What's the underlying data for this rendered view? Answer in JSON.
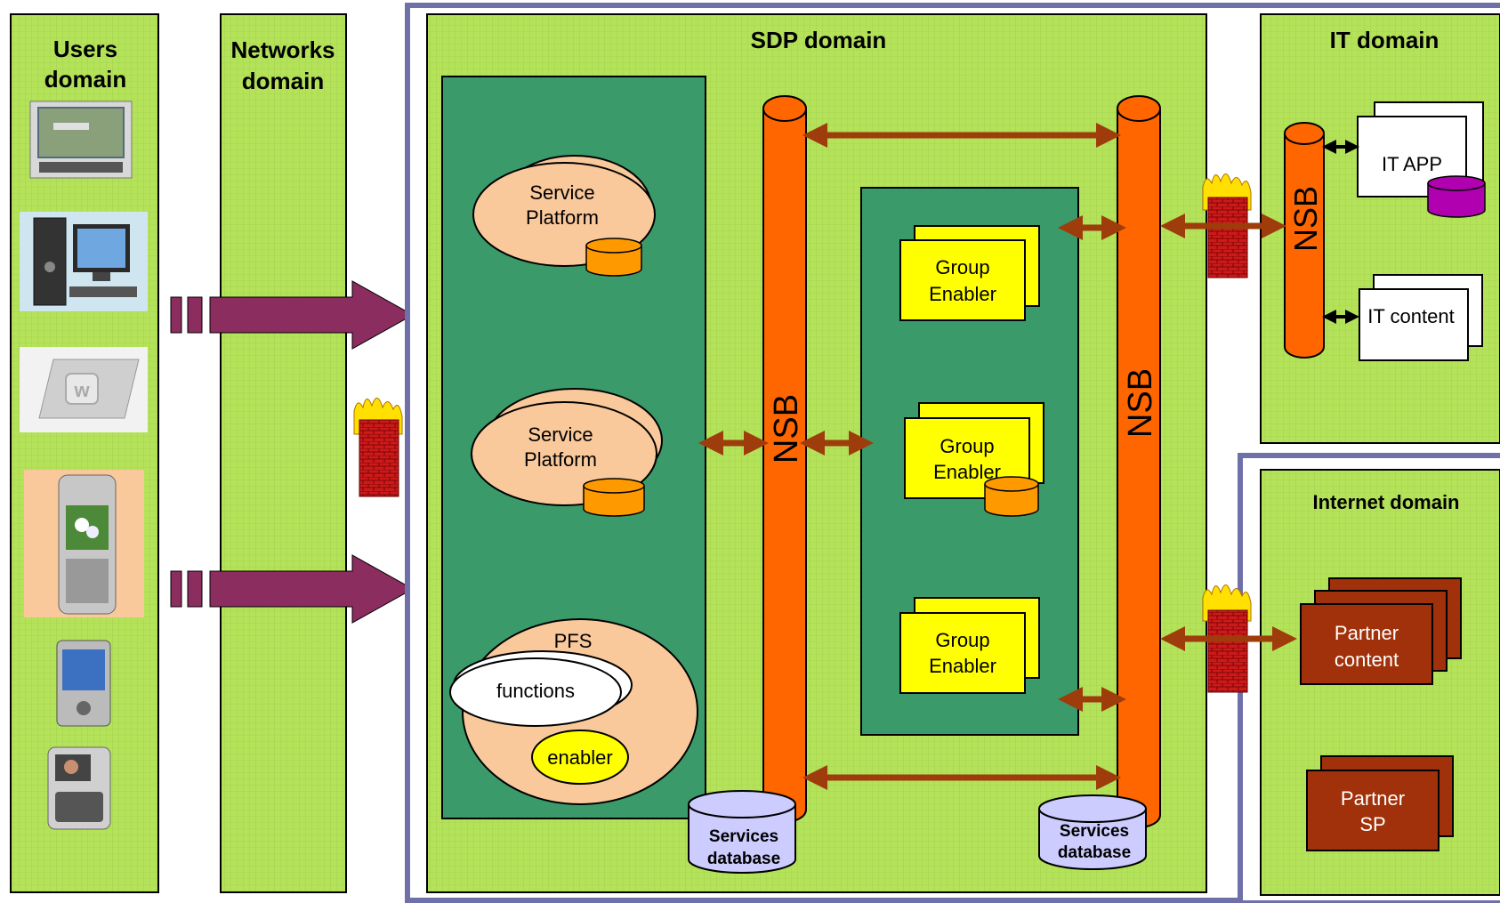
{
  "domains": {
    "users": {
      "line1": "Users",
      "line2": "domain"
    },
    "networks": {
      "line1": "Networks",
      "line2": "domain"
    },
    "sdp": {
      "title": "SDP domain"
    },
    "it": {
      "title": "IT domain"
    },
    "internet": {
      "title": "Internet domain"
    }
  },
  "sdp": {
    "service_platform_1": {
      "line1": "Service",
      "line2": "Platform"
    },
    "service_platform_2": {
      "line1": "Service",
      "line2": "Platform"
    },
    "pfs": {
      "title": "PFS",
      "functions": "functions",
      "enabler": "enabler"
    },
    "nsb_left": "NSB",
    "nsb_right": "NSB",
    "group_enabler_1": {
      "line1": "Group",
      "line2": "Enabler"
    },
    "group_enabler_2": {
      "line1": "Group",
      "line2": "Enabler"
    },
    "group_enabler_3": {
      "line1": "Group",
      "line2": "Enabler"
    },
    "services_db_left": {
      "line1": "Services",
      "line2": "database"
    },
    "services_db_right": {
      "line1": "Services",
      "line2": "database"
    }
  },
  "it": {
    "nsb": "NSB",
    "it_app": "IT APP",
    "it_content": "IT content"
  },
  "internet": {
    "partner_content": {
      "line1": "Partner",
      "line2": "content"
    },
    "partner_sp": {
      "line1": "Partner",
      "line2": "SP"
    }
  },
  "devices": [
    "tv-icon",
    "desktop-pc-icon",
    "router-icon",
    "smartphone-icon",
    "pda-icon",
    "videophone-icon"
  ],
  "colors": {
    "domain_green": "#b4e35a",
    "platform_dark_green": "#3a9a6a",
    "nsb_orange": "#ff6600",
    "peach": "#f9c89b",
    "db_orange": "#ff9900",
    "enabler_yellow": "#ffff00",
    "partner_brown": "#a0310a",
    "arrow_brown": "#9e3c0c",
    "big_arrow_purple": "#8b2d5e",
    "db_lavender": "#ccccff",
    "purple_db": "#b000b0",
    "frame_blue": "#7070a8"
  }
}
